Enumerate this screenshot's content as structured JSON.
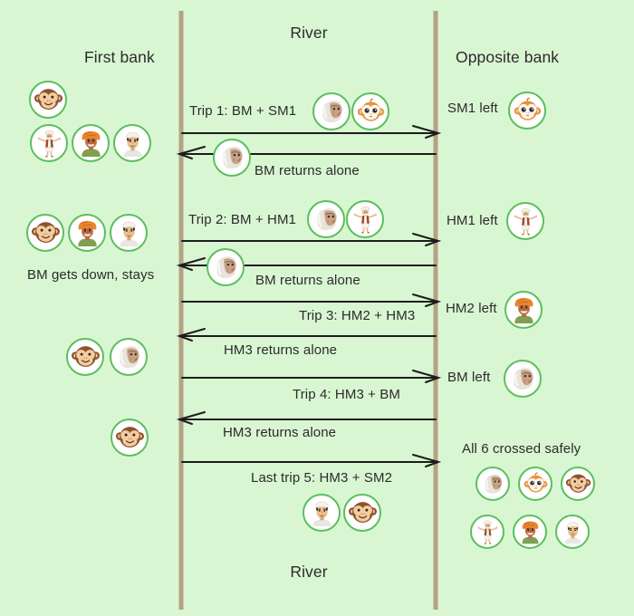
{
  "colors": {
    "background": "#d9f6d3",
    "bank_line": "#b5a284",
    "arrow": "#1c1c1c",
    "avatar_ring": "#5cbf5c",
    "text": "#2b2b2b"
  },
  "labels": {
    "river_top": "River",
    "river_bottom": "River",
    "first_bank": "First bank",
    "opposite_bank": "Opposite bank"
  },
  "left_bank": {
    "note": "BM gets down, stays",
    "groups": [
      {
        "avatars": [
          "small-monkey-2"
        ]
      },
      {
        "avatars": [
          "human-1",
          "human-2",
          "human-3"
        ]
      },
      {
        "avatars": [
          "small-monkey-2",
          "human-2",
          "human-3"
        ]
      },
      {
        "avatars": [
          "small-monkey-2",
          "big-monkey"
        ]
      },
      {
        "avatars": [
          "small-monkey-2"
        ]
      }
    ]
  },
  "trips": {
    "trip1": {
      "label": "Trip 1: BM + SM1",
      "direction": "right",
      "passengers": [
        "big-monkey",
        "small-monkey-1"
      ]
    },
    "return1": {
      "label": "BM returns alone",
      "direction": "left",
      "passengers": [
        "big-monkey"
      ]
    },
    "trip2": {
      "label": "Trip 2: BM + HM1",
      "direction": "right",
      "passengers": [
        "big-monkey",
        "human-1"
      ]
    },
    "return2": {
      "label": "BM returns alone",
      "direction": "left",
      "passengers": [
        "big-monkey"
      ]
    },
    "trip3": {
      "label": "Trip 3: HM2 + HM3",
      "direction": "right",
      "passengers": []
    },
    "return3": {
      "label": "HM3 returns alone",
      "direction": "left",
      "passengers": []
    },
    "trip4": {
      "label": "Trip 4: HM3 + BM",
      "direction": "right",
      "passengers": []
    },
    "return4": {
      "label": "HM3 returns alone",
      "direction": "left",
      "passengers": []
    },
    "trip5": {
      "label": "Last trip 5: HM3 + SM2",
      "direction": "right",
      "passengers": [
        "human-3",
        "small-monkey-2"
      ]
    }
  },
  "right_bank": {
    "entries": [
      {
        "label": "SM1 left",
        "avatars": [
          "small-monkey-1"
        ]
      },
      {
        "label": "HM1 left",
        "avatars": [
          "human-1"
        ]
      },
      {
        "label": "HM2 left",
        "avatars": [
          "human-2"
        ]
      },
      {
        "label": "BM left",
        "avatars": [
          "big-monkey"
        ]
      }
    ],
    "final": {
      "label": "All 6 crossed safely",
      "row1": [
        "big-monkey",
        "small-monkey-1",
        "small-monkey-2"
      ],
      "row2": [
        "human-1",
        "human-2",
        "human-3"
      ]
    }
  },
  "icons": {
    "big-monkey": "BM - large grey-white monkey",
    "small-monkey-1": "SM1 - orange baby monkey",
    "small-monkey-2": "SM2 - brown monkey",
    "human-1": "HM1 - thin man, white turban, arms out",
    "human-2": "HM2 - man with saffron turban and white beard",
    "human-3": "HM3 - man with white cap and black mustache"
  }
}
